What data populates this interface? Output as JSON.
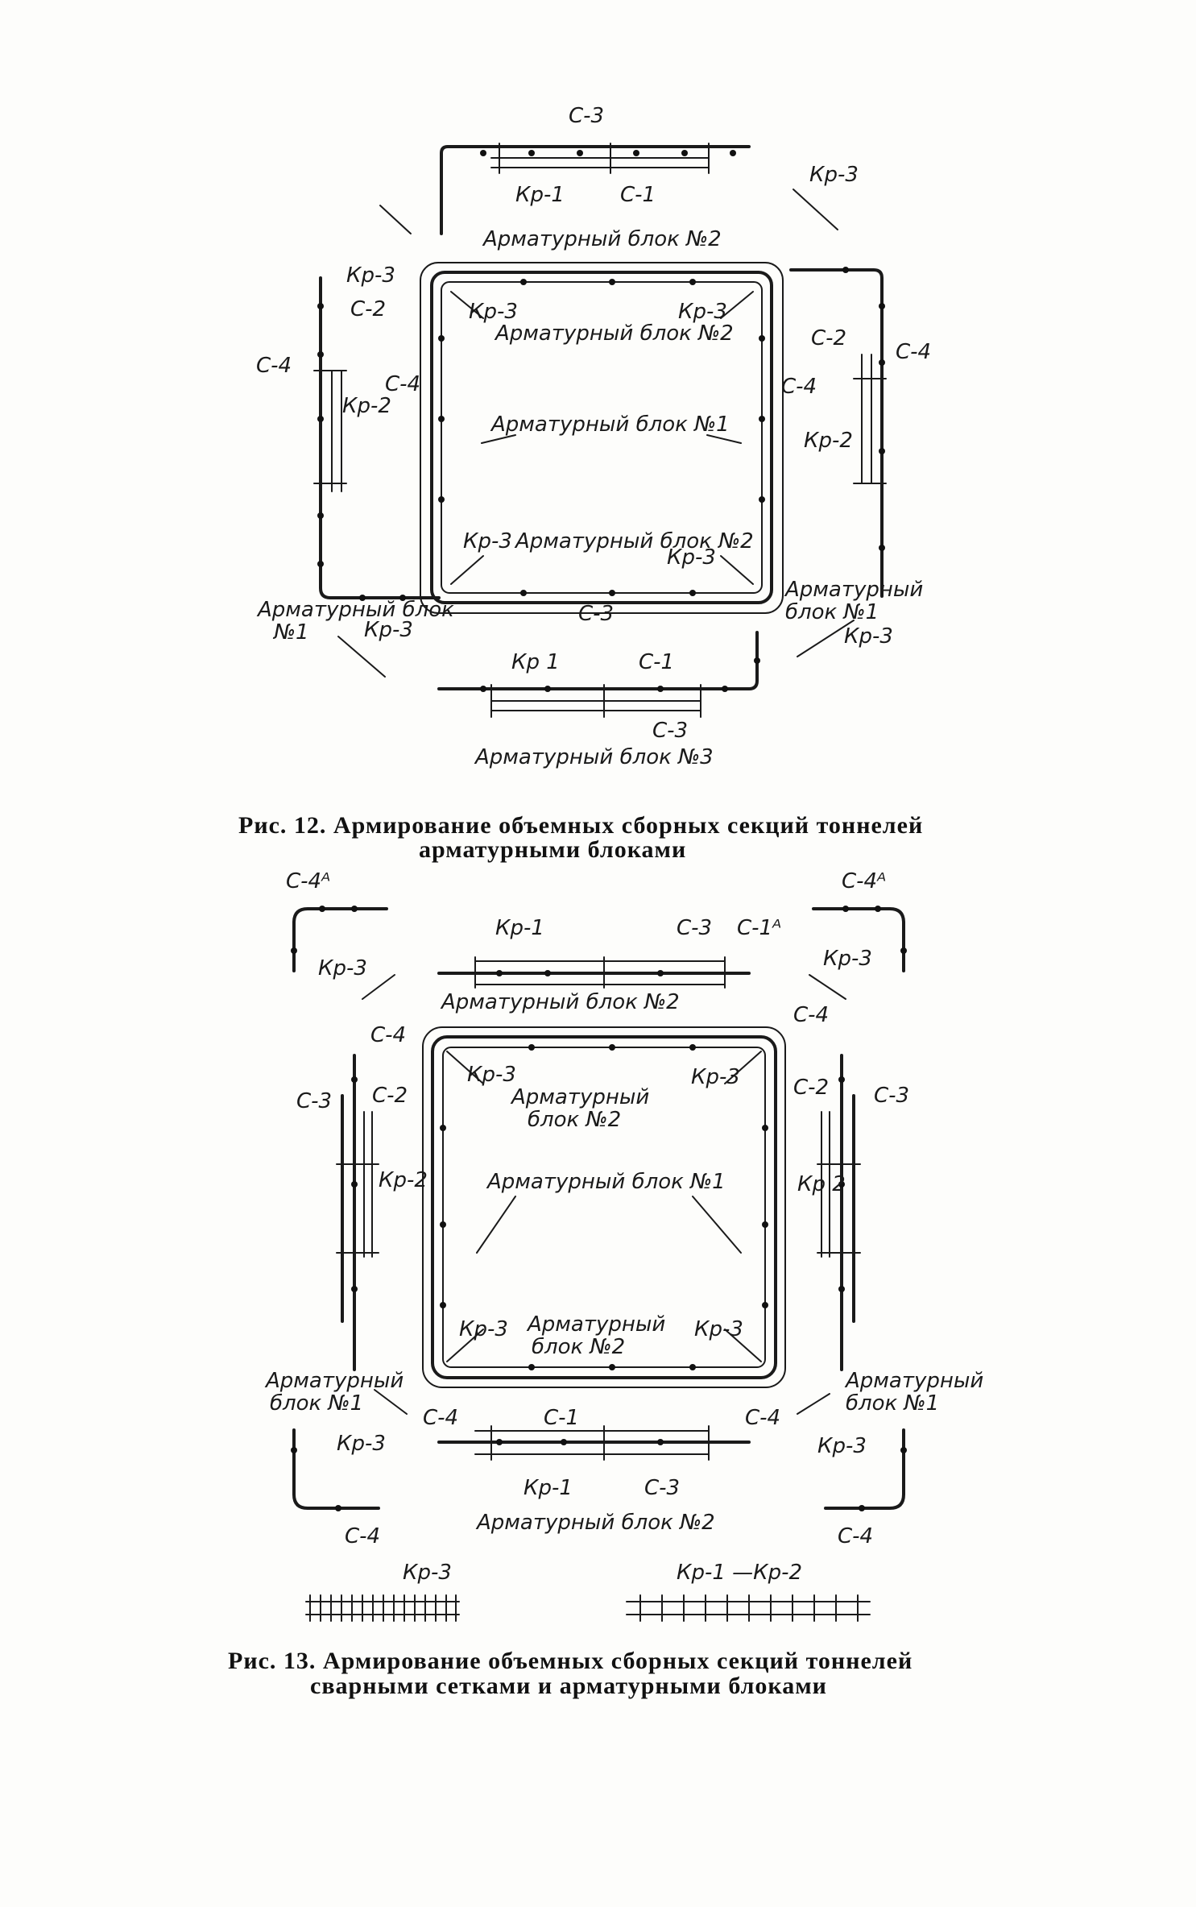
{
  "figure12": {
    "labels": {
      "c3_top": "С-3",
      "kp1_top": "Кр-1",
      "c1_top": "С-1",
      "kp3_tr": "Кр-3",
      "block2_top": "Арматурный блок №2",
      "kp3_tl": "Кр-3",
      "c2_left": "С-2",
      "c4_left": "С-4",
      "c4_inner_left": "С-4",
      "kp2_left": "Кр-2",
      "kp3_in_tl": "Кр-3",
      "kp3_in_tr": "Кр-3",
      "block2_inner_top": "Арматурный блок №2",
      "c2_right": "С-2",
      "c4_right": "С-4",
      "c4_inner_right": "С-4",
      "kp2_right": "Кр-2",
      "block1_center": "Арматурный блок №1",
      "kp3_in_bl": "Кр-3",
      "block2_inner_bottom": "Арматурный блок №2",
      "kp3_in_br": "Кр-3",
      "block1_bl": "Арматурный блок",
      "block1_bl_no": "№1",
      "kp3_bl": "Кр-3",
      "c3_inner_bottom": "С-3",
      "block1_br": "Арматурный",
      "block1_br_2": "блок №1",
      "kp3_br": "Кр-3",
      "kp1_bottom": "Кр 1",
      "c1_bottom": "С-1",
      "c3_bottom": "С-3",
      "block3": "Арматурный блок №3"
    },
    "caption_line1": "Рис. 12. Армирование объемных сборных секций тоннелей",
    "caption_line2": "арматурными блоками"
  },
  "figure13": {
    "labels": {
      "c4a_tl": "С-4ᴬ",
      "c4a_tr": "С-4ᴬ",
      "kp1_top": "Кр-1",
      "c3_top": "С-3",
      "c1a_top": "С-1ᴬ",
      "kp3_tl": "Кр-3",
      "kp3_tr": "Кр-3",
      "block2_top": "Арматурный блок №2",
      "c4_tl": "С-4",
      "c4_tr": "С-4",
      "kp3_in_tl": "Кр-3",
      "kp3_in_tr": "Кр-3",
      "block2_inner": "Арматурный",
      "block2_inner_2": "блок №2",
      "c3_left": "С-3",
      "c2_left": "С-2",
      "kp2_left": "Кр-2",
      "c2_right": "С-2",
      "c3_right": "С-3",
      "kp2_right": "Кр 2",
      "block1_center": "Арматурный блок №1",
      "kp3_in_bl": "Кр-3",
      "block2_inner_bottom": "Арматурный",
      "block2_inner_bottom_2": "блок №2",
      "kp3_in_br": "Кр-3",
      "block1_bl": "Арматурный",
      "block1_bl_2": "блок №1",
      "block1_br": "Арматурный",
      "block1_br_2": "блок №1",
      "c4_bl_inner": "С-4",
      "c4_br_inner": "С-4",
      "c1_bottom": "С-1",
      "kp3_bl": "Кр-3",
      "kp3_br": "Кр-3",
      "kp1_bottom": "Кр-1",
      "c3_bottom": "С-3",
      "c4_bl": "С-4",
      "c4_br": "С-4",
      "block2_bottom": "Арматурный блок №2"
    },
    "legend_kp3": "Кр-3",
    "legend_kp12": "Кр-1 —Кр-2",
    "caption_line1": "Рис. 13. Армирование объемных сборных секций тоннелей",
    "caption_line2": "сварными сетками и арматурными блоками"
  }
}
